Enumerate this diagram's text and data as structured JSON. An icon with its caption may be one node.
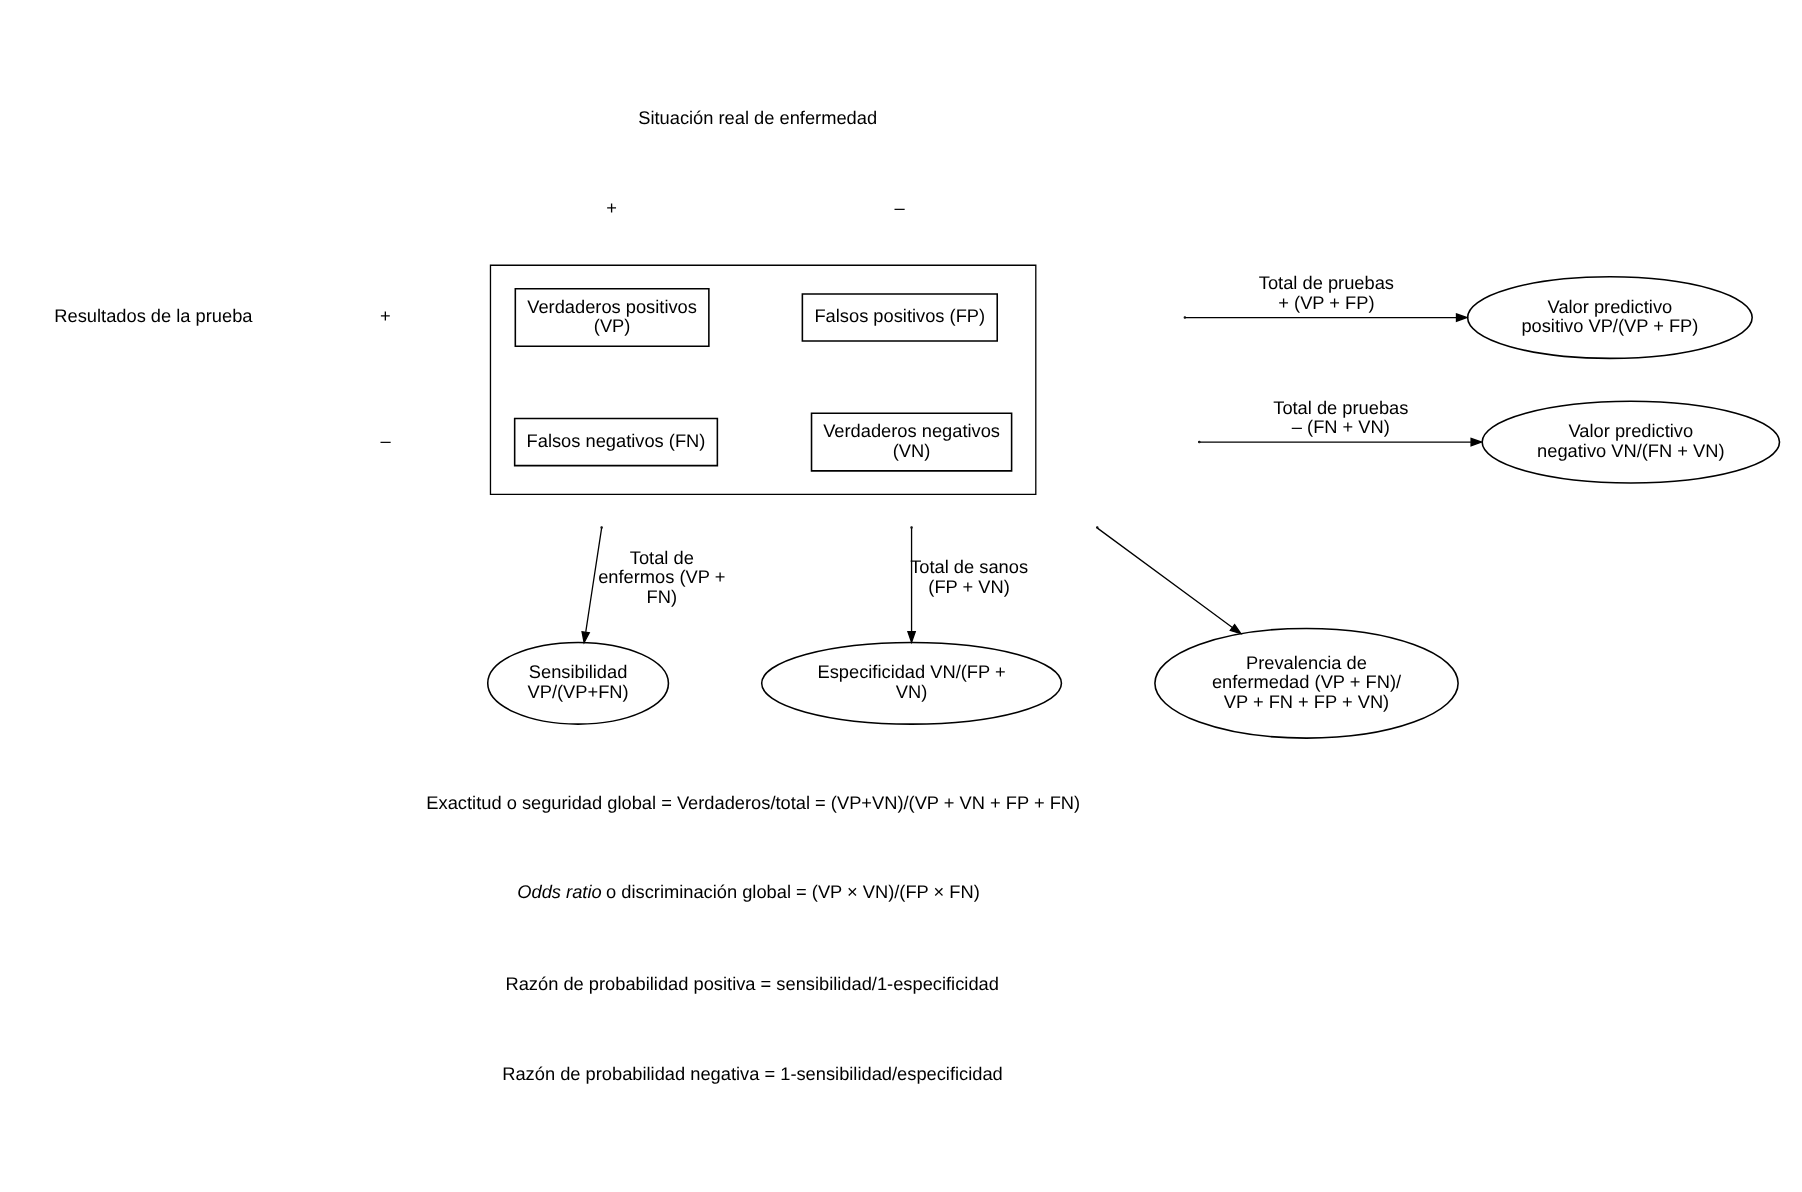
{
  "diagram": {
    "nodes": [
      {
        "text": [],
        "shape": "box"
      },
      {
        "text": [
          "Verdaderos positivos (VP)"
        ],
        "in": 0
      },
      {
        "text": [
          "Falsos positivos (FP)"
        ],
        "in": 0
      },
      {
        "text": [
          "Falsos negativos (FN)"
        ],
        "in": 0
      },
      {
        "text": [
          "Verdaderos negativos (VN)"
        ],
        "in": 0
      },
      {
        "text": [
          "Valor predictivo positivo VP/(VP + FP)"
        ]
      },
      {
        "text": [
          "Valor predictivo negativo VN/(FN + VN)"
        ]
      },
      {
        "text": [
          "Sensibilidad VP/(VP+FN)"
        ]
      },
      {
        "text": [
          "Especificidad VN/(FP + VN)"
        ]
      },
      {
        "text": [
          "Prevalencia de enfermedad (VP + FN)/ VP + FN + FP + VN)"
        ]
      }
    ],
    "edges": [
      {
        "from": null,
        "to": 5,
        "arrow": "to",
        "label": "Total de pruebas + (VP + FP)"
      },
      {
        "from": null,
        "to": 6,
        "arrow": "to",
        "label": "Total de pruebas – (FN + VN)"
      },
      {
        "from": null,
        "to": 7,
        "arrow": "to",
        "label": "Total de enfermos (VP + FN)"
      },
      {
        "from": null,
        "to": 8,
        "arrow": "to",
        "label": "Total de sanos (FP + VN)"
      },
      {
        "from": null,
        "to": 9,
        "arrow": "to"
      }
    ],
    "labels": [
      "Situación real de enfermedad",
      "+",
      "–",
      "Resultados de la prueba",
      "+",
      "–",
      "Exactitud o seguridad global = Verdaderos/total = (VP+VN)/(VP + VN + FP + FN)",
      "*Odds ratio* o discriminación global = (VP × VN)/(FP × FN)",
      "Razón de probabilidad positiva = sensibilidad/1-especificidad",
      "Razón de probabilidad negativa = 1-sensibilidad/especificidad"
    ]
  }
}
